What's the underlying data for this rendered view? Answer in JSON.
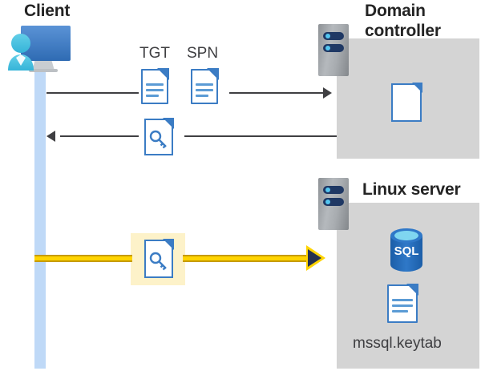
{
  "diagram": {
    "title_client": "Client",
    "title_domain_controller": "Domain\ncontroller",
    "title_domain_controller_line1": "Domain",
    "title_domain_controller_line2": "controller",
    "title_linux_server": "Linux server",
    "label_tgt": "TGT",
    "label_spn": "SPN",
    "label_sql": "SQL",
    "label_keytab_file": "mssql.keytab"
  },
  "icons": {
    "client": "client-computer-user-icon",
    "server_rack_dc": "server-rack-icon",
    "server_rack_linux": "server-rack-icon",
    "tgt_document": "document-icon",
    "spn_document": "document-icon",
    "ticket_key_document": "key-document-icon",
    "service_ticket_key_document": "key-document-icon",
    "certificate": "certificate-document-icon",
    "sql_database": "sql-database-icon",
    "keytab_document": "document-icon"
  },
  "flows": [
    {
      "name": "request-tgt-spn",
      "direction": "client-to-domain-controller",
      "style": "black-arrow",
      "labels": [
        "TGT",
        "SPN"
      ]
    },
    {
      "name": "receive-service-ticket",
      "direction": "domain-controller-to-client",
      "style": "black-arrow",
      "labels": []
    },
    {
      "name": "present-service-ticket",
      "direction": "client-to-linux-server",
      "style": "gold-highlighted-arrow",
      "labels": []
    }
  ],
  "colors": {
    "lane": "#bfd9f7",
    "panel": "#d4d4d4",
    "accent_blue": "#3b7cc4",
    "doc_line_blue": "#5b9bd5",
    "arrow_black": "#3f3f42",
    "gold": "#ffd400",
    "gold_edge": "#c69b00",
    "highlight": "#fdf2c9",
    "rack_bar": "#1f3864",
    "rack_dot": "#54c6f0",
    "sql_blue": "#2a6dbb",
    "cert_gold": "#ffd000",
    "cert_red": "#cc2222",
    "text": "#242424"
  }
}
